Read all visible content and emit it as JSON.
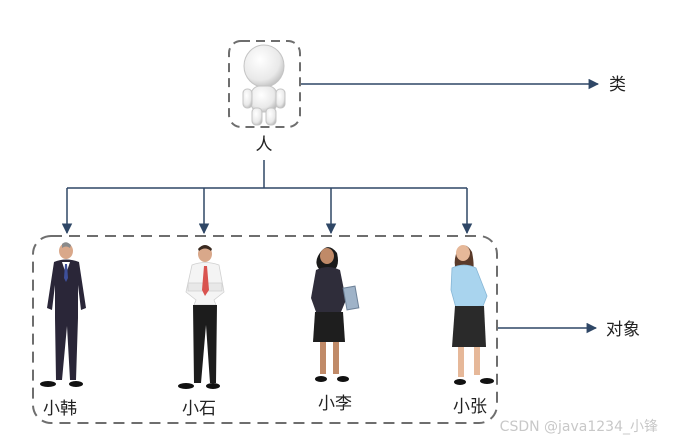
{
  "class_box": {
    "name": "人"
  },
  "class_arrow": {
    "label": "类"
  },
  "object_arrow": {
    "label": "对象"
  },
  "objects": [
    {
      "name": "小韩"
    },
    {
      "name": "小石"
    },
    {
      "name": "小李"
    },
    {
      "name": "小张"
    }
  ],
  "watermark": "CSDN @java1234_小锋",
  "colors": {
    "connector": "#2f4766",
    "dashed_border": "#6e6e6e",
    "label": "#222222"
  }
}
